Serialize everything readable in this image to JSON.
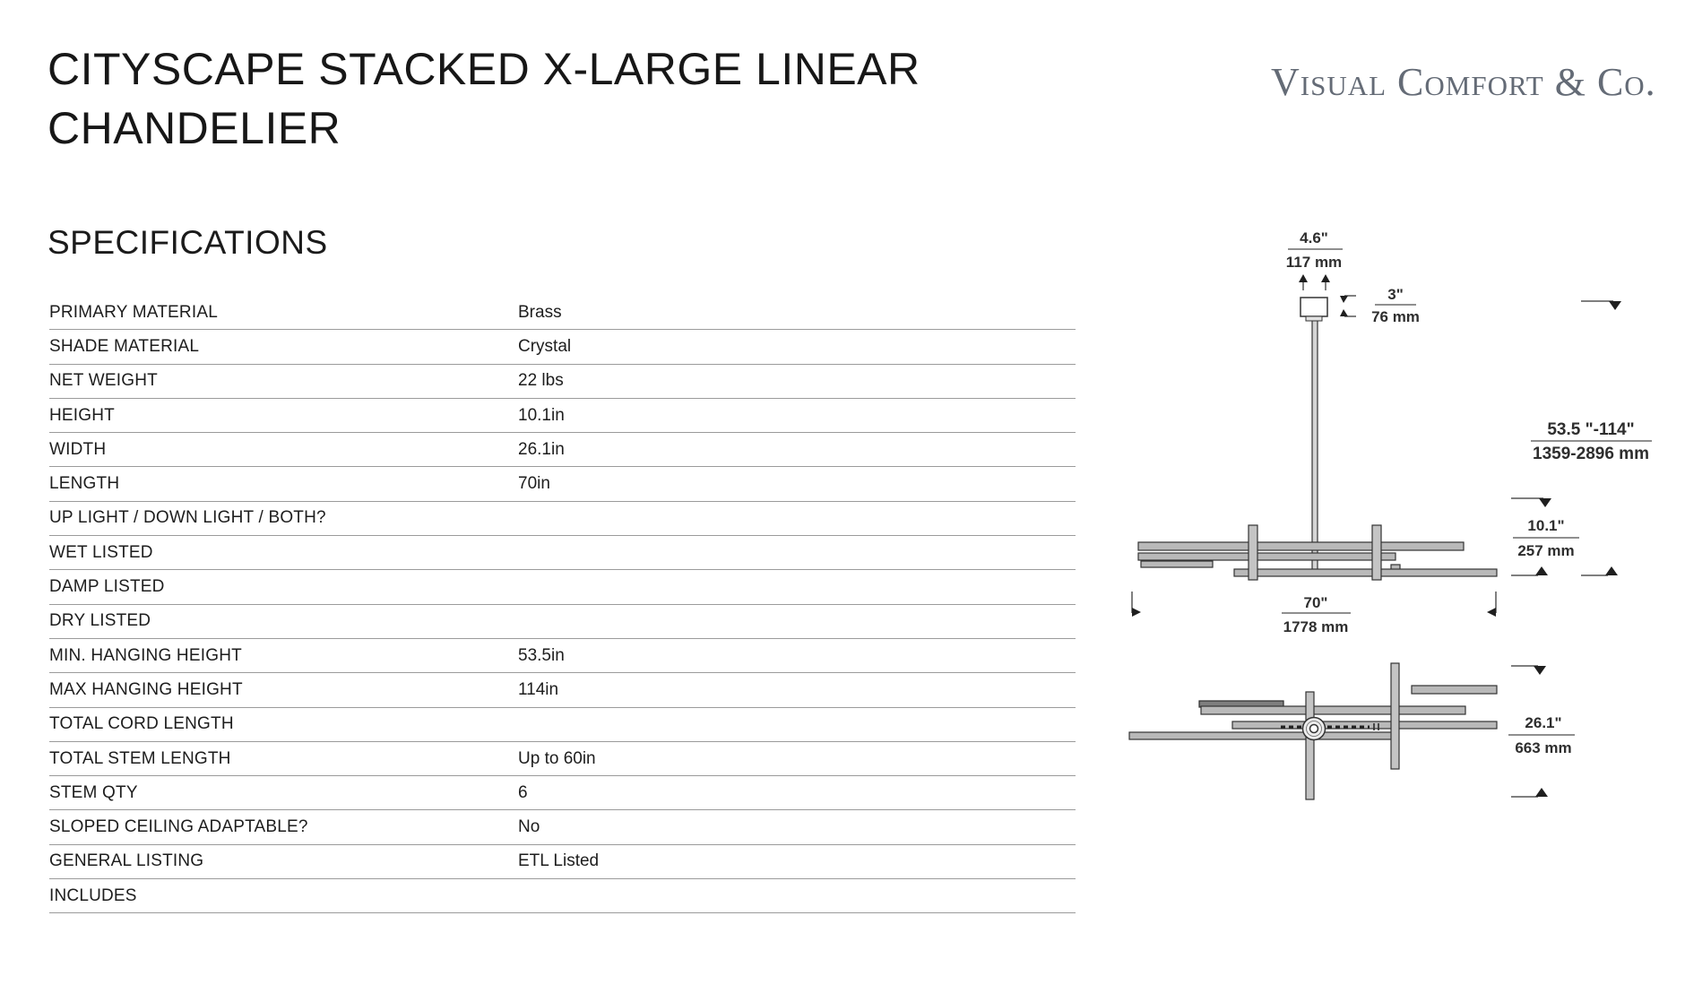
{
  "page": {
    "title_line1": "CITYSCAPE STACKED X-LARGE LINEAR",
    "title_line2": "CHANDELIER",
    "brand": "Visual Comfort & Co.",
    "section_heading": "SPECIFICATIONS"
  },
  "specs": {
    "rows": [
      {
        "label": "PRIMARY MATERIAL",
        "value": "Brass"
      },
      {
        "label": "SHADE MATERIAL",
        "value": "Crystal"
      },
      {
        "label": "NET WEIGHT",
        "value": "22 lbs"
      },
      {
        "label": "HEIGHT",
        "value": "10.1in"
      },
      {
        "label": "WIDTH",
        "value": "26.1in"
      },
      {
        "label": "LENGTH",
        "value": "70in"
      },
      {
        "label": "UP LIGHT / DOWN LIGHT / BOTH?",
        "value": ""
      },
      {
        "label": "WET LISTED",
        "value": ""
      },
      {
        "label": "DAMP LISTED",
        "value": ""
      },
      {
        "label": "DRY LISTED",
        "value": ""
      },
      {
        "label": "MIN. HANGING HEIGHT",
        "value": "53.5in"
      },
      {
        "label": "MAX HANGING HEIGHT",
        "value": "114in"
      },
      {
        "label": "TOTAL CORD LENGTH",
        "value": ""
      },
      {
        "label": "TOTAL STEM LENGTH",
        "value": "Up to 60in"
      },
      {
        "label": "STEM QTY",
        "value": "6"
      },
      {
        "label": "SLOPED CEILING ADAPTABLE?",
        "value": "No"
      },
      {
        "label": "GENERAL LISTING",
        "value": "ETL Listed"
      },
      {
        "label": "INCLUDES",
        "value": ""
      }
    ]
  },
  "diagram": {
    "canopy_width": {
      "in": "4.6\"",
      "mm": "117 mm"
    },
    "canopy_height": {
      "in": "3\"",
      "mm": "76 mm"
    },
    "hanging_height": {
      "in": "53.5 \"-114\"",
      "mm": "1359-2896 mm"
    },
    "fixture_height": {
      "in": "10.1\"",
      "mm": "257 mm"
    },
    "fixture_length": {
      "in": "70\"",
      "mm": "1778 mm"
    },
    "fixture_width": {
      "in": "26.1\"",
      "mm": "663 mm"
    }
  },
  "colors": {
    "text": "#1d1d1d",
    "brand_gray": "#646b76",
    "table_line": "#9b9b9b",
    "diagram_fill": "#b9b9b9",
    "diagram_stroke": "#333333"
  }
}
